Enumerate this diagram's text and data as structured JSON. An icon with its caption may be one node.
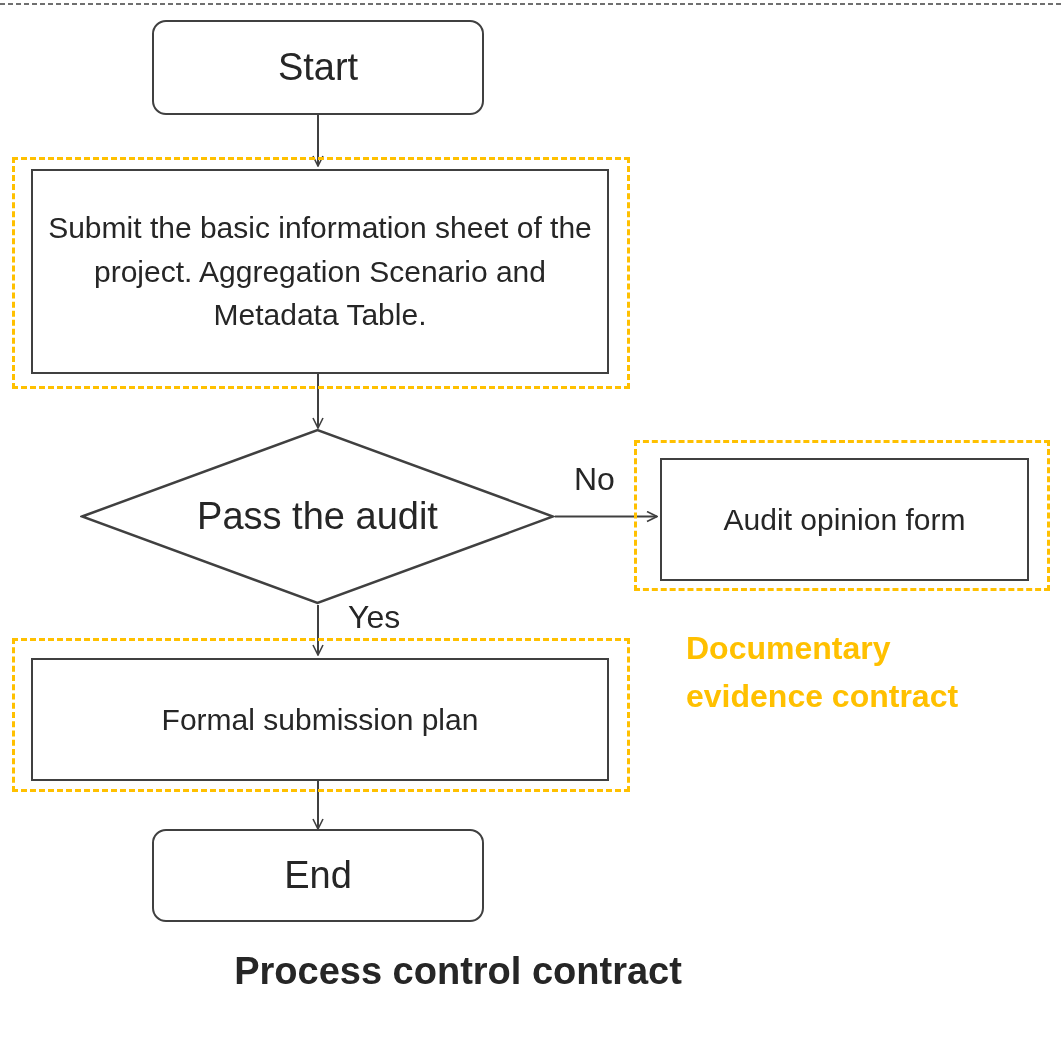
{
  "diagram": {
    "caption": "Process control contract",
    "nodes": [
      {
        "text": [
          "Start"
        ]
      },
      {
        "text": [],
        "shape": "box"
      },
      {
        "text": [
          "Submit the basic information sheet of the project. Aggregation Scenario and Metadata Table."
        ],
        "in": 1
      },
      {
        "text": [
          "Pass the audit"
        ]
      },
      {
        "text": [],
        "shape": "box"
      },
      {
        "text": [
          "Audit opinion form"
        ],
        "in": 4
      },
      {
        "text": [],
        "shape": "box"
      },
      {
        "text": [
          "Formal submission plan"
        ],
        "in": 6
      },
      {
        "text": [
          "End"
        ]
      }
    ],
    "edges": [
      {
        "from": 0,
        "to": 2,
        "arrow": "to"
      },
      {
        "from": 2,
        "to": 3,
        "arrow": "to"
      },
      {
        "from": 3,
        "to": 5,
        "arrow": "to",
        "label": "No"
      },
      {
        "from": 3,
        "to": 7,
        "arrow": "to",
        "label": "Yes"
      },
      {
        "from": 7,
        "to": 8,
        "arrow": "to"
      }
    ],
    "labels": [
      "Documentary evidence contract"
    ]
  }
}
